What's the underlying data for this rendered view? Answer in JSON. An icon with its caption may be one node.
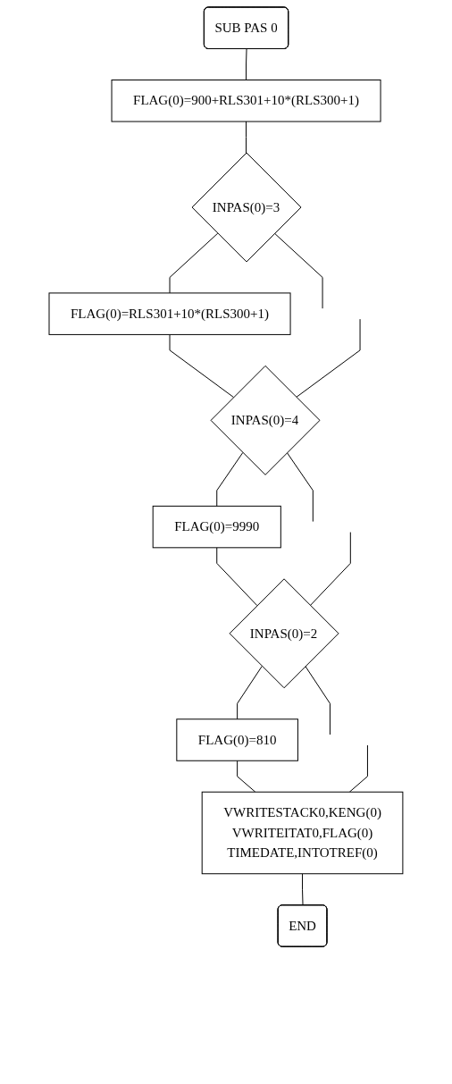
{
  "diagram": {
    "nodes": [
      {
        "text": [
          "SUB PAS 0"
        ]
      },
      {
        "text": [
          "FLAG(0)=900+RLS301+10*(RLS300+1)"
        ]
      },
      {
        "text": [
          "INPAS(0)=3"
        ]
      },
      {
        "text": [
          "FLAG(0)=RLS301+10*(RLS300+1)"
        ]
      },
      {
        "text": [
          "INPAS(0)=4"
        ]
      },
      {
        "text": [
          "FLAG(0)=9990"
        ]
      },
      {
        "text": [
          "INPAS(0)=2"
        ]
      },
      {
        "text": [
          "FLAG(0)=810"
        ]
      },
      {
        "text": [
          "VWRITESTACK0,KENG(0)",
          "VWRITEITAT0,FLAG(0)",
          "TIMEDATE,INTOTREF(0)"
        ]
      },
      {
        "text": [
          "END"
        ]
      }
    ],
    "edges": [
      {
        "from": 0,
        "to": 1,
        "arrow": "none"
      },
      {
        "from": 1,
        "to": 2,
        "arrow": "none"
      },
      {
        "from": 2,
        "to": 3,
        "arrow": "none"
      },
      {
        "from": 2,
        "to": null,
        "arrow": "none"
      },
      {
        "from": 3,
        "to": 4,
        "arrow": "none"
      },
      {
        "from": null,
        "to": 4,
        "arrow": "none"
      },
      {
        "from": 4,
        "to": 5,
        "arrow": "none"
      },
      {
        "from": 4,
        "to": null,
        "arrow": "none"
      },
      {
        "from": 5,
        "to": 6,
        "arrow": "none"
      },
      {
        "from": null,
        "to": 6,
        "arrow": "none"
      },
      {
        "from": 6,
        "to": 7,
        "arrow": "none"
      },
      {
        "from": 6,
        "to": null,
        "arrow": "none"
      },
      {
        "from": 7,
        "to": 8,
        "arrow": "none"
      },
      {
        "from": null,
        "to": 8,
        "arrow": "none"
      },
      {
        "from": 8,
        "to": 9,
        "arrow": "none"
      }
    ]
  }
}
